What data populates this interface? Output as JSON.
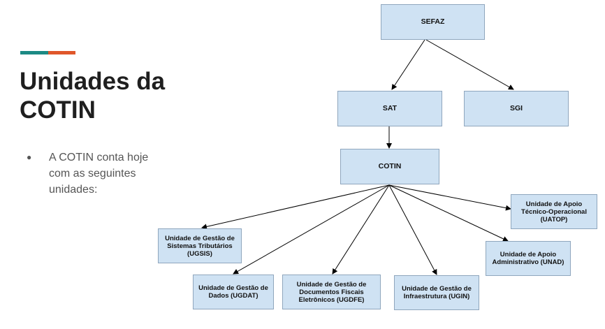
{
  "slide": {
    "title": "Unidades da COTIN",
    "bullet": "A COTIN conta hoje com as seguintes unidades:"
  },
  "diagram": {
    "nodes": {
      "sefaz": "SEFAZ",
      "sat": "SAT",
      "sgi": "SGI",
      "cotin": "COTIN",
      "ugsis": "Unidade  de Gestão de Sistemas Tributários (UGSIS)",
      "ugdat": "Unidade  de Gestão de Dados (UGDAT)",
      "ugdfe": "Unidade de Gestão de Documentos Fiscais Eletrônicos (UGDFE)",
      "ugin": "Unidade de Gestão de Infraestrutura (UGIN)",
      "unad": "Unidade de Apoio Administrativo (UNAD)",
      "uatop": "Unidade de Apoio Técnico-Operacional (UATOP)"
    },
    "edges": [
      [
        "sefaz",
        "sat"
      ],
      [
        "sefaz",
        "sgi"
      ],
      [
        "sat",
        "cotin"
      ],
      [
        "cotin",
        "ugsis"
      ],
      [
        "cotin",
        "ugdat"
      ],
      [
        "cotin",
        "ugdfe"
      ],
      [
        "cotin",
        "ugin"
      ],
      [
        "cotin",
        "unad"
      ],
      [
        "cotin",
        "uatop"
      ]
    ]
  },
  "colors": {
    "accent_teal": "#1c8a84",
    "accent_orange": "#e0572a",
    "box_fill": "#cfe2f3",
    "box_border": "#8fa6bd"
  }
}
